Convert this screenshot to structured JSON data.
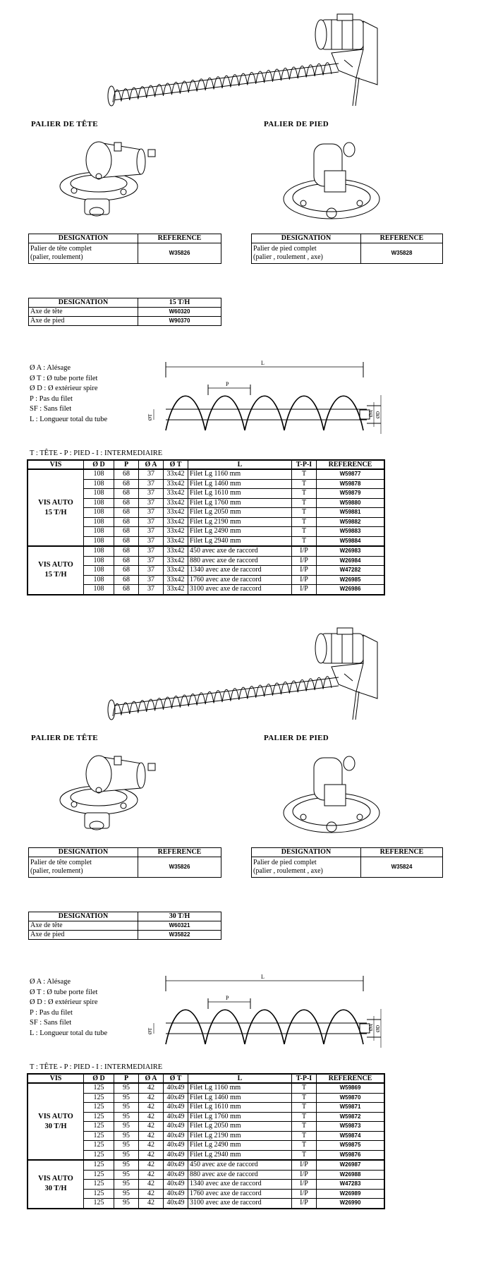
{
  "sections": [
    {
      "head_label": "PALIER DE TÊTE",
      "foot_label": "PALIER DE PIED",
      "head_table": {
        "headers": [
          "DESIGNATION",
          "REFERENCE"
        ],
        "designation_line1": "Palier de tête complet",
        "designation_line2": "(palier, roulement)",
        "reference": "W35826"
      },
      "foot_table": {
        "headers": [
          "DESIGNATION",
          "REFERENCE"
        ],
        "designation_line1": "Palier de pied complet",
        "designation_line2": "(palier , roulement , axe)",
        "reference": "W35828"
      },
      "axe_table": {
        "headers": [
          "DESIGNATION",
          "15 T/H"
        ],
        "rows": [
          {
            "designation": "Axe de tête",
            "reference": "W60320"
          },
          {
            "designation": "Axe de pied",
            "reference": "W90370"
          }
        ]
      },
      "legend": [
        "Ø A : Alésage",
        "Ø T : Ø tube porte filet",
        "Ø D : Ø extérieur spire",
        "P : Pas du filet",
        "SF : Sans filet",
        "L : Longueur total du tube"
      ],
      "diagram_labels": {
        "L": "L",
        "P": "P",
        "T": "ØT",
        "A": "ØA",
        "D": "ØD"
      },
      "caption": "T : TÊTE - P : PIED - I : INTERMEDIAIRE",
      "table_headers": [
        "VIS",
        "Ø D",
        "P",
        "Ø A",
        "Ø T",
        "L",
        "T-P-I",
        "REFERENCE"
      ],
      "groups": [
        {
          "vis_line1": "VIS AUTO",
          "vis_line2": "15 T/H",
          "rows": [
            {
              "d": "108",
              "p": "68",
              "a": "37",
              "t": "33x42",
              "l": "Filet Lg 1160 mm",
              "tpi": "T",
              "ref": "W59877"
            },
            {
              "d": "108",
              "p": "68",
              "a": "37",
              "t": "33x42",
              "l": "Filet Lg 1460 mm",
              "tpi": "T",
              "ref": "W59878"
            },
            {
              "d": "108",
              "p": "68",
              "a": "37",
              "t": "33x42",
              "l": "Filet Lg 1610 mm",
              "tpi": "T",
              "ref": "W59879"
            },
            {
              "d": "108",
              "p": "68",
              "a": "37",
              "t": "33x42",
              "l": "Filet Lg 1760 mm",
              "tpi": "T",
              "ref": "W59880"
            },
            {
              "d": "108",
              "p": "68",
              "a": "37",
              "t": "33x42",
              "l": "Filet Lg 2050 mm",
              "tpi": "T",
              "ref": "W59881"
            },
            {
              "d": "108",
              "p": "68",
              "a": "37",
              "t": "33x42",
              "l": "Filet Lg 2190 mm",
              "tpi": "T",
              "ref": "W59882"
            },
            {
              "d": "108",
              "p": "68",
              "a": "37",
              "t": "33x42",
              "l": "Filet Lg 2490 mm",
              "tpi": "T",
              "ref": "W59883"
            },
            {
              "d": "108",
              "p": "68",
              "a": "37",
              "t": "33x42",
              "l": "Filet Lg 2940 mm",
              "tpi": "T",
              "ref": "W59884"
            }
          ]
        },
        {
          "vis_line1": "VIS AUTO",
          "vis_line2": "15 T/H",
          "rows": [
            {
              "d": "108",
              "p": "68",
              "a": "37",
              "t": "33x42",
              "l": "450 avec axe de raccord",
              "tpi": "I/P",
              "ref": "W26983"
            },
            {
              "d": "108",
              "p": "68",
              "a": "37",
              "t": "33x42",
              "l": "880 avec axe de raccord",
              "tpi": "I/P",
              "ref": "W26984"
            },
            {
              "d": "108",
              "p": "68",
              "a": "37",
              "t": "33x42",
              "l": "1340 avec axe de raccord",
              "tpi": "I/P",
              "ref": "W47282"
            },
            {
              "d": "108",
              "p": "68",
              "a": "37",
              "t": "33x42",
              "l": "1760 avec axe de raccord",
              "tpi": "I/P",
              "ref": "W26985"
            },
            {
              "d": "108",
              "p": "68",
              "a": "37",
              "t": "33x42",
              "l": "3100 avec axe de raccord",
              "tpi": "I/P",
              "ref": "W26986"
            }
          ]
        }
      ]
    },
    {
      "head_label": "PALIER DE TÊTE",
      "foot_label": "PALIER DE PIED",
      "head_table": {
        "headers": [
          "DESIGNATION",
          "REFERENCE"
        ],
        "designation_line1": "Palier de tête complet",
        "designation_line2": "(palier, roulement)",
        "reference": "W35826"
      },
      "foot_table": {
        "headers": [
          "DESIGNATION",
          "REFERENCE"
        ],
        "designation_line1": "Palier de pied complet",
        "designation_line2": "(palier , roulement , axe)",
        "reference": "W35824"
      },
      "axe_table": {
        "headers": [
          "DESIGNATION",
          "30 T/H"
        ],
        "rows": [
          {
            "designation": "Axe de tête",
            "reference": "W60321"
          },
          {
            "designation": "Axe de pied",
            "reference": "W35822"
          }
        ]
      },
      "legend": [
        "Ø A : Alésage",
        "Ø T : Ø tube porte filet",
        "Ø D : Ø extérieur spire",
        "P : Pas du filet",
        "SF : Sans filet",
        "L : Longueur total du tube"
      ],
      "diagram_labels": {
        "L": "L",
        "P": "P",
        "T": "ØT",
        "A": "ØA",
        "D": "ØD"
      },
      "caption": "T : TÊTE - P : PIED - I : INTERMEDIAIRE",
      "table_headers": [
        "VIS",
        "Ø D",
        "P",
        "Ø A",
        "Ø T",
        "L",
        "T-P-I",
        "REFERENCE"
      ],
      "groups": [
        {
          "vis_line1": "VIS AUTO",
          "vis_line2": "30 T/H",
          "rows": [
            {
              "d": "125",
              "p": "95",
              "a": "42",
              "t": "40x49",
              "l": "Filet Lg 1160 mm",
              "tpi": "T",
              "ref": "W59869"
            },
            {
              "d": "125",
              "p": "95",
              "a": "42",
              "t": "40x49",
              "l": "Filet Lg 1460 mm",
              "tpi": "T",
              "ref": "W59870"
            },
            {
              "d": "125",
              "p": "95",
              "a": "42",
              "t": "40x49",
              "l": "Filet Lg 1610 mm",
              "tpi": "T",
              "ref": "W59871"
            },
            {
              "d": "125",
              "p": "95",
              "a": "42",
              "t": "40x49",
              "l": "Filet Lg 1760 mm",
              "tpi": "T",
              "ref": "W59872"
            },
            {
              "d": "125",
              "p": "95",
              "a": "42",
              "t": "40x49",
              "l": "Filet Lg 2050 mm",
              "tpi": "T",
              "ref": "W59873"
            },
            {
              "d": "125",
              "p": "95",
              "a": "42",
              "t": "40x49",
              "l": "Filet Lg 2190 mm",
              "tpi": "T",
              "ref": "W59874"
            },
            {
              "d": "125",
              "p": "95",
              "a": "42",
              "t": "40x49",
              "l": "Filet Lg 2490 mm",
              "tpi": "T",
              "ref": "W59875"
            },
            {
              "d": "125",
              "p": "95",
              "a": "42",
              "t": "40x49",
              "l": "Filet Lg 2940 mm",
              "tpi": "T",
              "ref": "W59876"
            }
          ]
        },
        {
          "vis_line1": "VIS AUTO",
          "vis_line2": "30 T/H",
          "rows": [
            {
              "d": "125",
              "p": "95",
              "a": "42",
              "t": "40x49",
              "l": "450 avec axe de raccord",
              "tpi": "I/P",
              "ref": "W26987"
            },
            {
              "d": "125",
              "p": "95",
              "a": "42",
              "t": "40x49",
              "l": "880 avec axe de raccord",
              "tpi": "I/P",
              "ref": "W26988"
            },
            {
              "d": "125",
              "p": "95",
              "a": "42",
              "t": "40x49",
              "l": "1340 avec axe de raccord",
              "tpi": "I/P",
              "ref": "W47283"
            },
            {
              "d": "125",
              "p": "95",
              "a": "42",
              "t": "40x49",
              "l": "1760 avec axe de raccord",
              "tpi": "I/P",
              "ref": "W26989"
            },
            {
              "d": "125",
              "p": "95",
              "a": "42",
              "t": "40x49",
              "l": "3100 avec axe de raccord",
              "tpi": "I/P",
              "ref": "W26990"
            }
          ]
        }
      ]
    }
  ]
}
